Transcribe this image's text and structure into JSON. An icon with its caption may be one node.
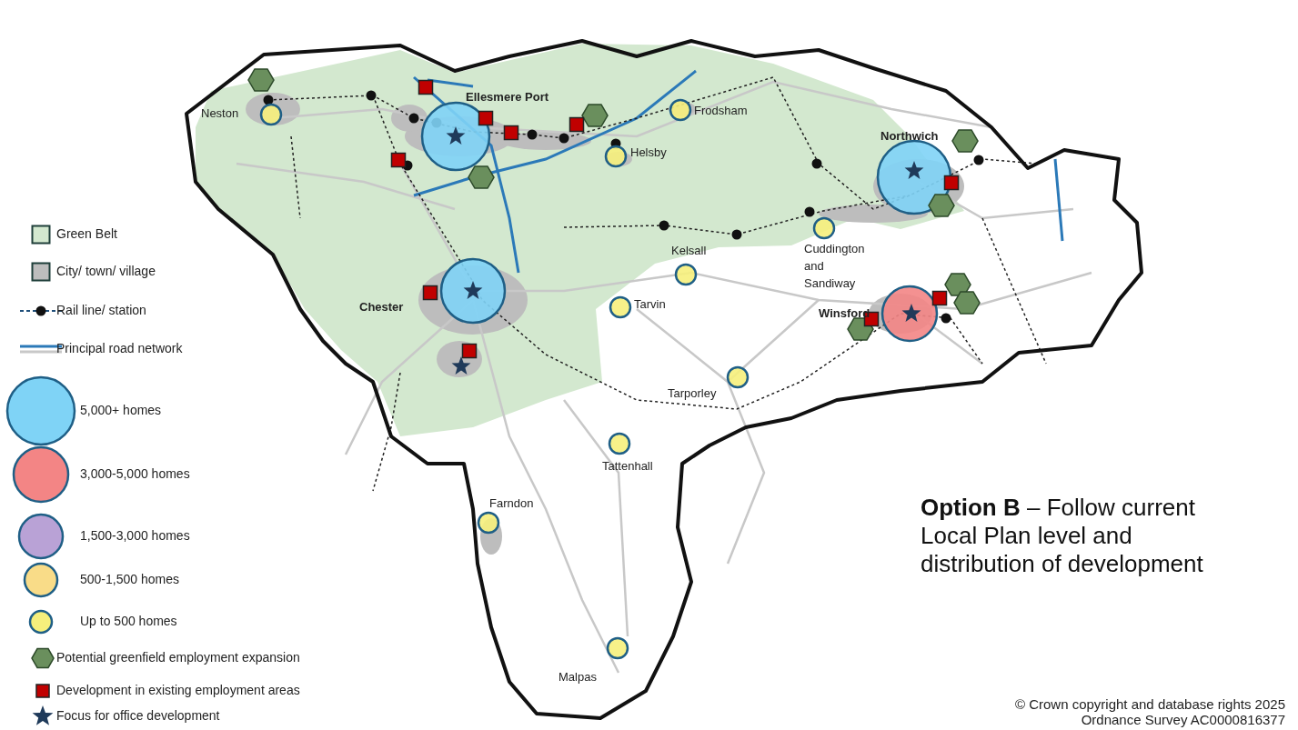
{
  "diagram": {
    "title": "**Option B** – Follow current Local Plan level and distribution of development",
    "labels": [
      "Neston",
      "Ellesmere Port",
      "Frodsham",
      "Helsby",
      "Northwich",
      "Kelsall",
      "Cuddington and Sandiway",
      "Chester",
      "Tarvin",
      "Winsford",
      "Tarporley",
      "Tattenhall",
      "Farndon",
      "Malpas",
      "© Crown copyright and database rights 2025 Ordnance Survey AC0000816377"
    ],
    "legend": [
      {
        "text": "Green Belt",
        "color": "#d3e8cf"
      },
      {
        "text": "City/ town/ village",
        "color": "#bdbdbd"
      },
      {
        "text": "Rail line/ station"
      },
      {
        "text": "Principal road network"
      },
      {
        "text": "5,000+ homes",
        "color": "#7fd3f6"
      },
      {
        "text": "3,000-5,000 homes",
        "color": "#f38585"
      },
      {
        "text": "1,500-3,000 homes",
        "color": "#b9a2d6"
      },
      {
        "text": "500-1,500 homes",
        "color": "#f9dc88"
      },
      {
        "text": "Up to 500 homes",
        "color": "#f6ef7c"
      },
      {
        "text": "Potential greenfield employment expansion",
        "color": "#6a8f5d"
      },
      {
        "text": "Development in existing employment areas",
        "color": "#c00000"
      },
      {
        "text": "Focus for office development"
      }
    ]
  }
}
